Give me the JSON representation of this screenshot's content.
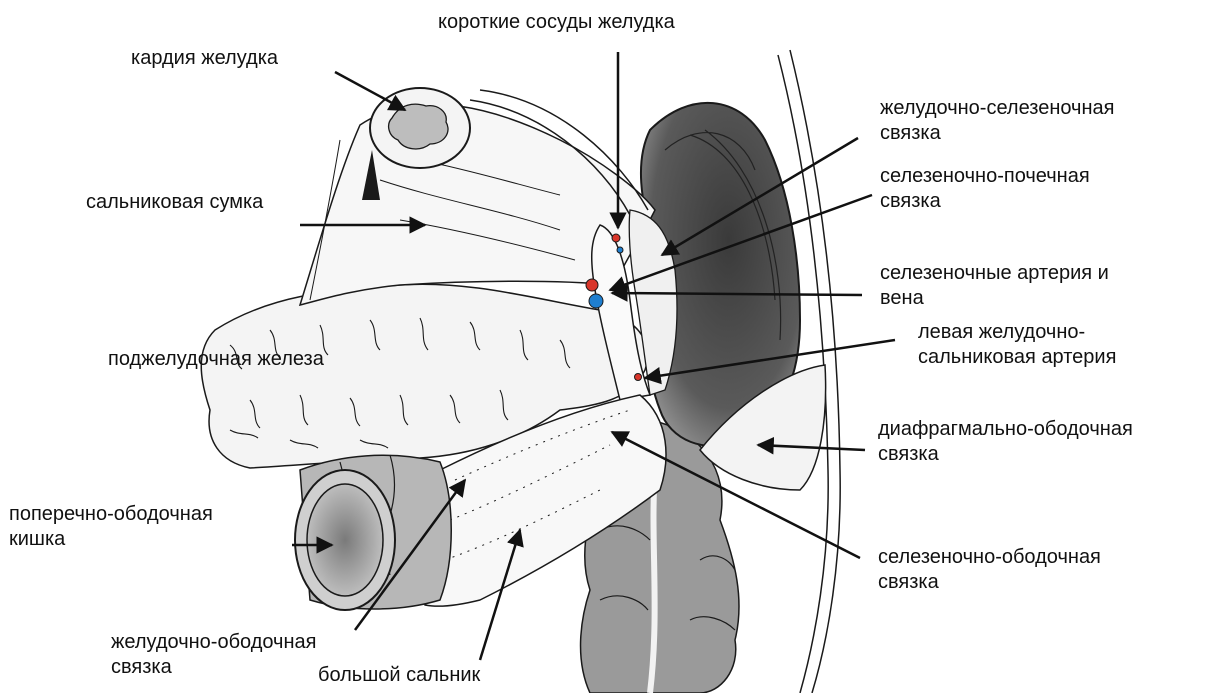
{
  "labels": {
    "short_vessels": "короткие сосуды желудка",
    "cardia": "кардия желудка",
    "gastrosplenic": [
      "желудочно-селезеночная",
      "связка"
    ],
    "omental_bursa": "сальниковая сумка",
    "splenorenal": [
      "селезеночно-почечная",
      "связка"
    ],
    "splenic_vessels": [
      "селезеночные артерия и",
      "вена"
    ],
    "left_gastroepiploic": [
      "левая желудочно-",
      "сальниковая артерия"
    ],
    "pancreas": "поджелудочная железа",
    "phrenicocolic": [
      "диафрагмально-ободочная",
      "связка"
    ],
    "transverse_colon": [
      "поперечно-ободочная",
      "кишка"
    ],
    "splenocolic": [
      "селезеночно-ободочная",
      "связка"
    ],
    "gastrocolic": [
      "желудочно-ободочная",
      "связка"
    ],
    "greater_omentum": "большой сальник"
  },
  "colors": {
    "artery": "#d9362b",
    "vein": "#1f7fd0",
    "spleen": "#4a4a4a",
    "colon": "#8f8f8f",
    "outline": "#1a1a1a"
  }
}
